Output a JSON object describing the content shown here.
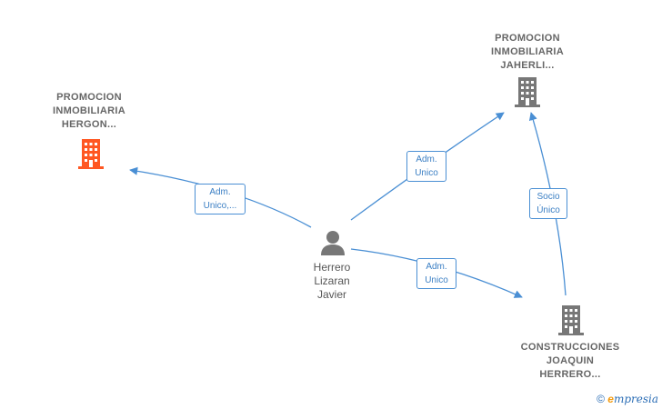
{
  "nodes": {
    "hergon": {
      "lines": [
        "PROMOCION",
        "INMOBILIARIA",
        "HERGON..."
      ],
      "color": "#ff5722"
    },
    "jaherli": {
      "lines": [
        "PROMOCION",
        "INMOBILIARIA",
        "JAHERLI..."
      ],
      "color": "#777777"
    },
    "construcciones": {
      "lines": [
        "CONSTRUCCIONES",
        "JOAQUIN",
        "HERRERO..."
      ],
      "color": "#777777"
    },
    "person": {
      "lines": [
        "Herrero",
        "Lizaran",
        "Javier"
      ],
      "color": "#777777"
    }
  },
  "edges": {
    "to_hergon": {
      "lines": [
        "Adm.",
        "Unico,..."
      ]
    },
    "to_jaherli": {
      "lines": [
        "Adm.",
        "Unico"
      ]
    },
    "to_construcciones": {
      "lines": [
        "Adm.",
        "Unico"
      ]
    },
    "socio": {
      "lines": [
        "Socio",
        "Único"
      ]
    }
  },
  "colors": {
    "edge": "#4a8fd4"
  },
  "footer": {
    "copyright": "©",
    "brand_initial": "e",
    "brand_rest": "mpresia"
  }
}
